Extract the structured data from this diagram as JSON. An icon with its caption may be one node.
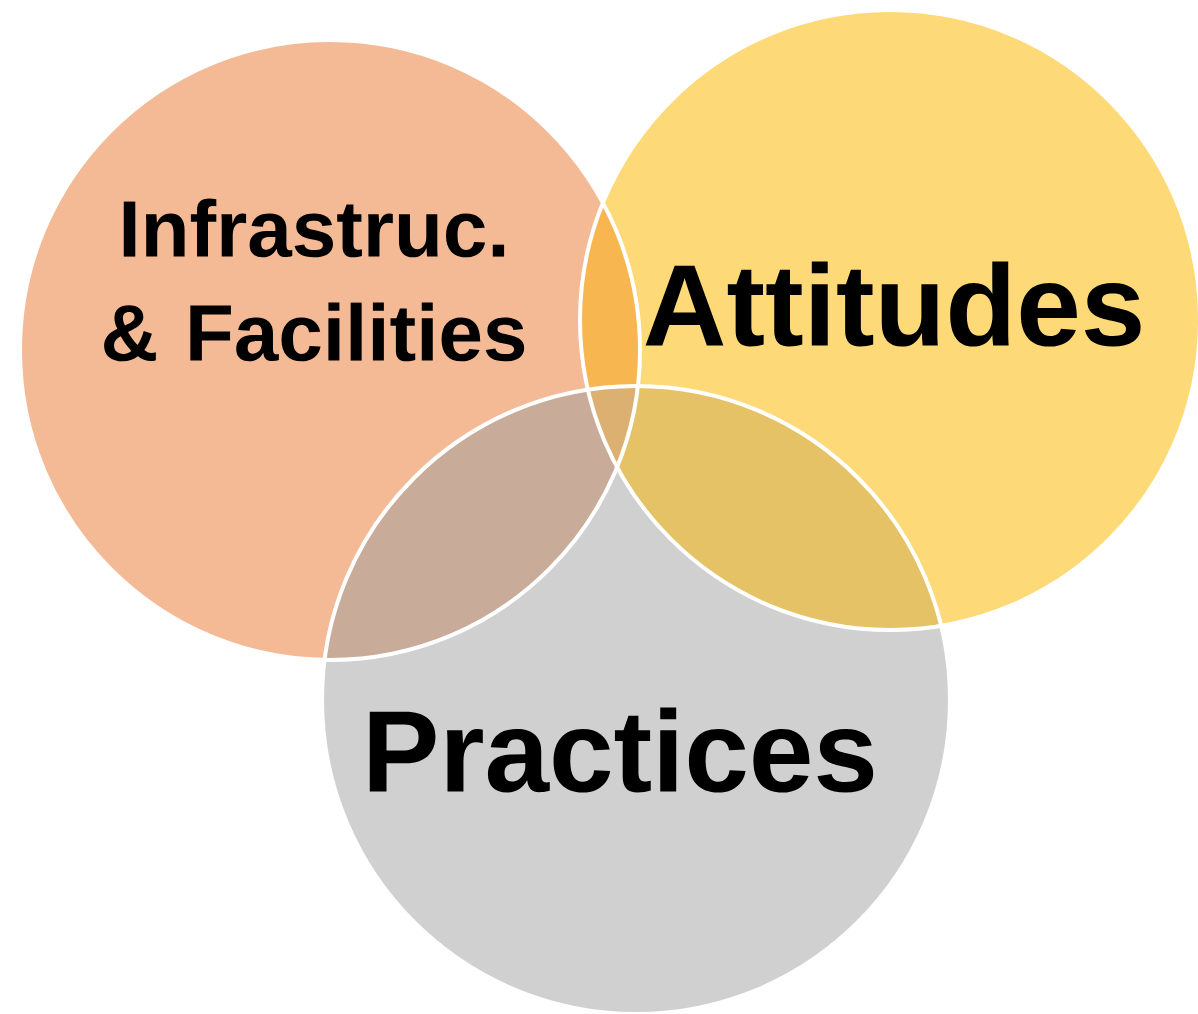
{
  "diagram": {
    "nodes": [
      {
        "text": [
          "Infrastruc. & Facilities"
        ]
      },
      {
        "text": [
          "Attitudes"
        ]
      },
      {
        "text": [
          "Practices"
        ]
      }
    ]
  }
}
